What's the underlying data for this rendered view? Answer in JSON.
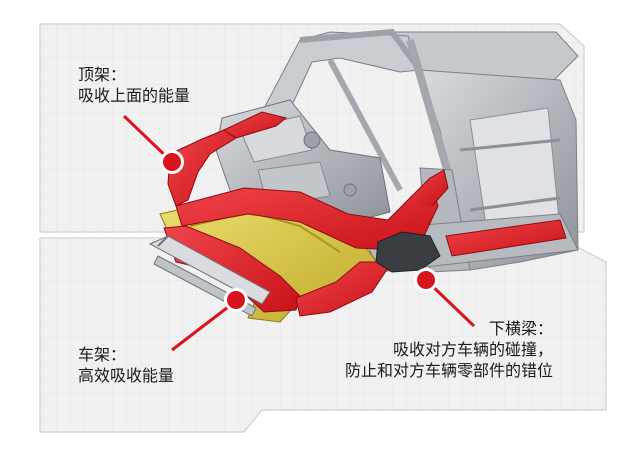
{
  "colors": {
    "panel_fill": "#f1f1f2",
    "panel_stroke": "#cfcfd2",
    "grid": "#e3e3e6",
    "frame_red": "#e0202a",
    "frame_yellow": "#d9c640",
    "metal": "#b9bcc1",
    "metal_dark": "#8b8f96",
    "callout": "#d8141c"
  },
  "callouts": {
    "roof": {
      "title": "顶架：",
      "desc": "吸收上面的能量",
      "icon": "callout-dot-icon"
    },
    "frame": {
      "title": "车架：",
      "desc": "高效吸收能量",
      "icon": "callout-dot-icon"
    },
    "beam": {
      "title": "下横梁：",
      "desc_line1": "吸收对方车辆的碰撞，",
      "desc_line2": "防止和对方车辆零部件的错位",
      "icon": "callout-dot-icon"
    }
  }
}
